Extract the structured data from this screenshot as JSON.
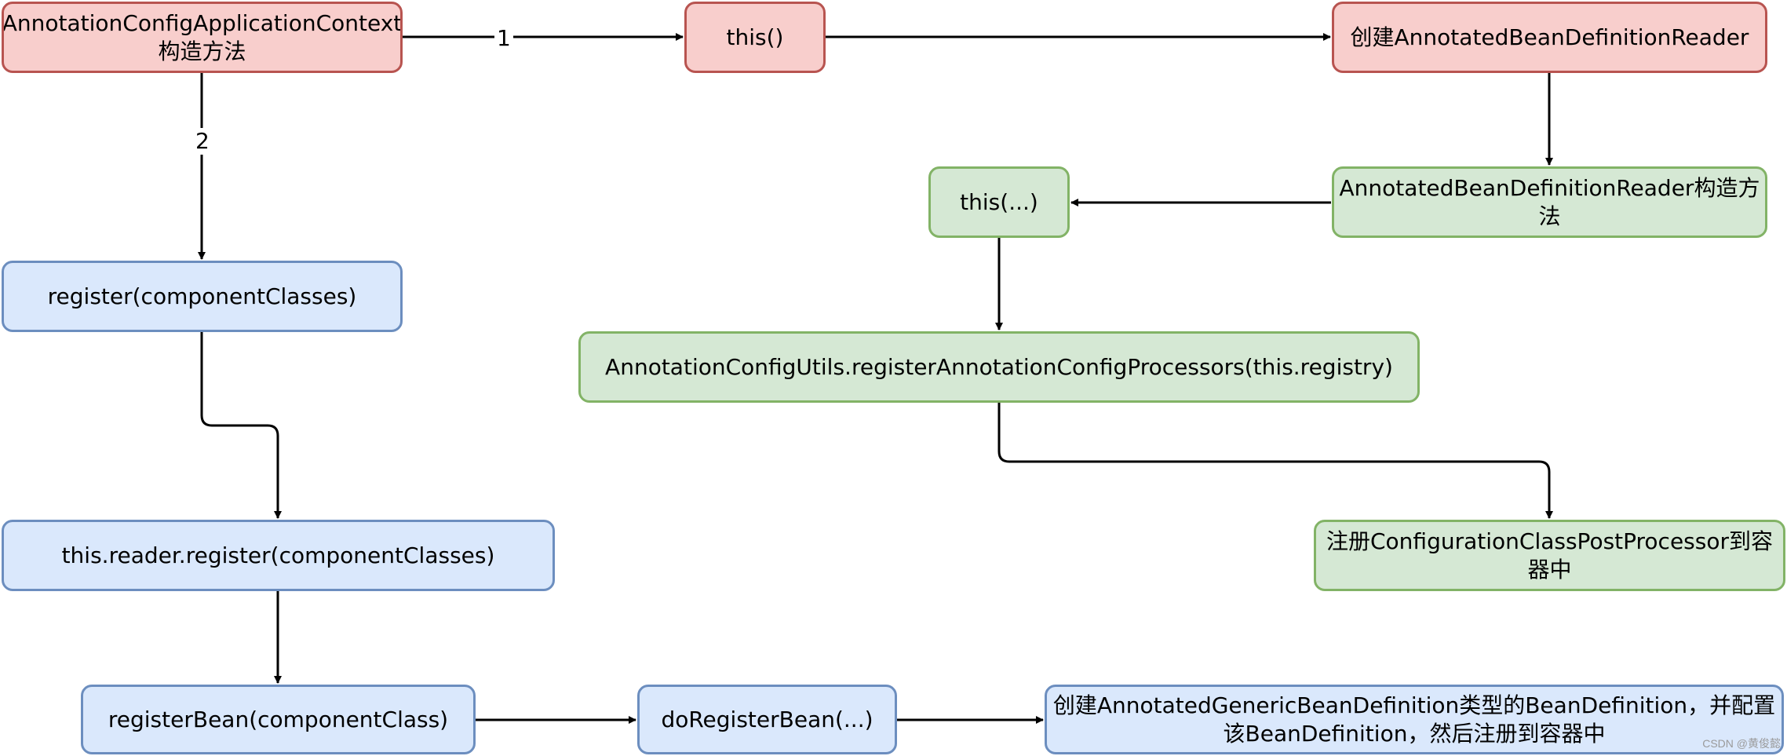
{
  "nodes": {
    "ctx_ctor": "AnnotationConfigApplicationContext\n构造方法",
    "this_call": "this()",
    "create_reader": "创建AnnotatedBeanDefinitionReader",
    "reader_ctor": "AnnotatedBeanDefinitionReader构造方\n法",
    "this_args": "this(...)",
    "register_processors": "AnnotationConfigUtils.registerAnnotationConfigProcessors(this.registry)",
    "register_ccpp": "注册ConfigurationClassPostProcessor到容\n器中",
    "register_classes": "register(componentClasses)",
    "reader_register": "this.reader.register(componentClasses)",
    "register_bean": "registerBean(componentClass)",
    "do_register_bean": "doRegisterBean(...)",
    "create_bd": "创建AnnotatedGenericBeanDefinition类型的BeanDefinition，并配置\n该BeanDefinition，然后注册到容器中"
  },
  "edge_labels": {
    "ctx_to_this": "1",
    "ctx_to_register": "2"
  },
  "watermark": "CSDN @黄俊懿",
  "colors": {
    "red_fill": "#f8cecc",
    "red_stroke": "#b85450",
    "green_fill": "#d5e8d4",
    "green_stroke": "#82b366",
    "blue_fill": "#dae8fc",
    "blue_stroke": "#6c8ebf",
    "edge": "#000000"
  }
}
